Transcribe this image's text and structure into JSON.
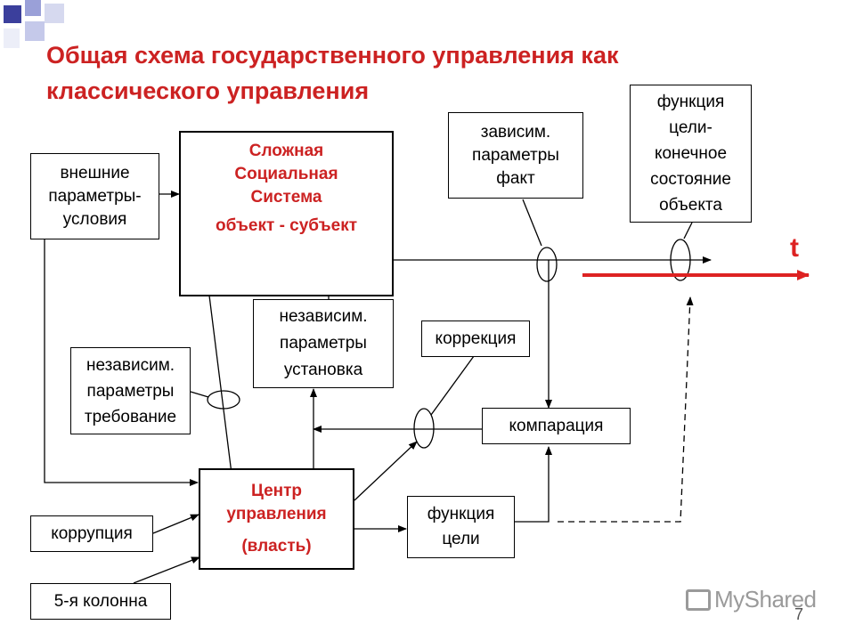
{
  "title": {
    "line1": "Общая схема государственного управления как",
    "line2": "классического управления"
  },
  "boxes": {
    "external": [
      "внешние",
      "параметры-",
      "условия"
    ],
    "system": {
      "lines": [
        "Сложная",
        "Социальная",
        "Система"
      ],
      "subtitle": "объект - субъект"
    },
    "dependent": [
      "зависим.",
      "параметры",
      "факт"
    ],
    "goal_function_top": [
      "функция",
      "цели-",
      "конечное",
      "состояние",
      "объекта"
    ],
    "indep_setting": [
      "независим.",
      "параметры",
      "установка"
    ],
    "correction": "коррекция",
    "indep_requirement": [
      "независим.",
      "параметры",
      "требование"
    ],
    "comparison": "компарация",
    "center": {
      "lines": [
        "Центр",
        "управления"
      ],
      "sub": "(власть)"
    },
    "goal_function": [
      "функция",
      "цели"
    ],
    "corruption": "коррупция",
    "fifth_column": "5-я колонна"
  },
  "time_axis_label": "t",
  "watermark": "MyShared",
  "page_number": "7",
  "colors": {
    "accent_red": "#cc2222",
    "line": "#000000"
  }
}
